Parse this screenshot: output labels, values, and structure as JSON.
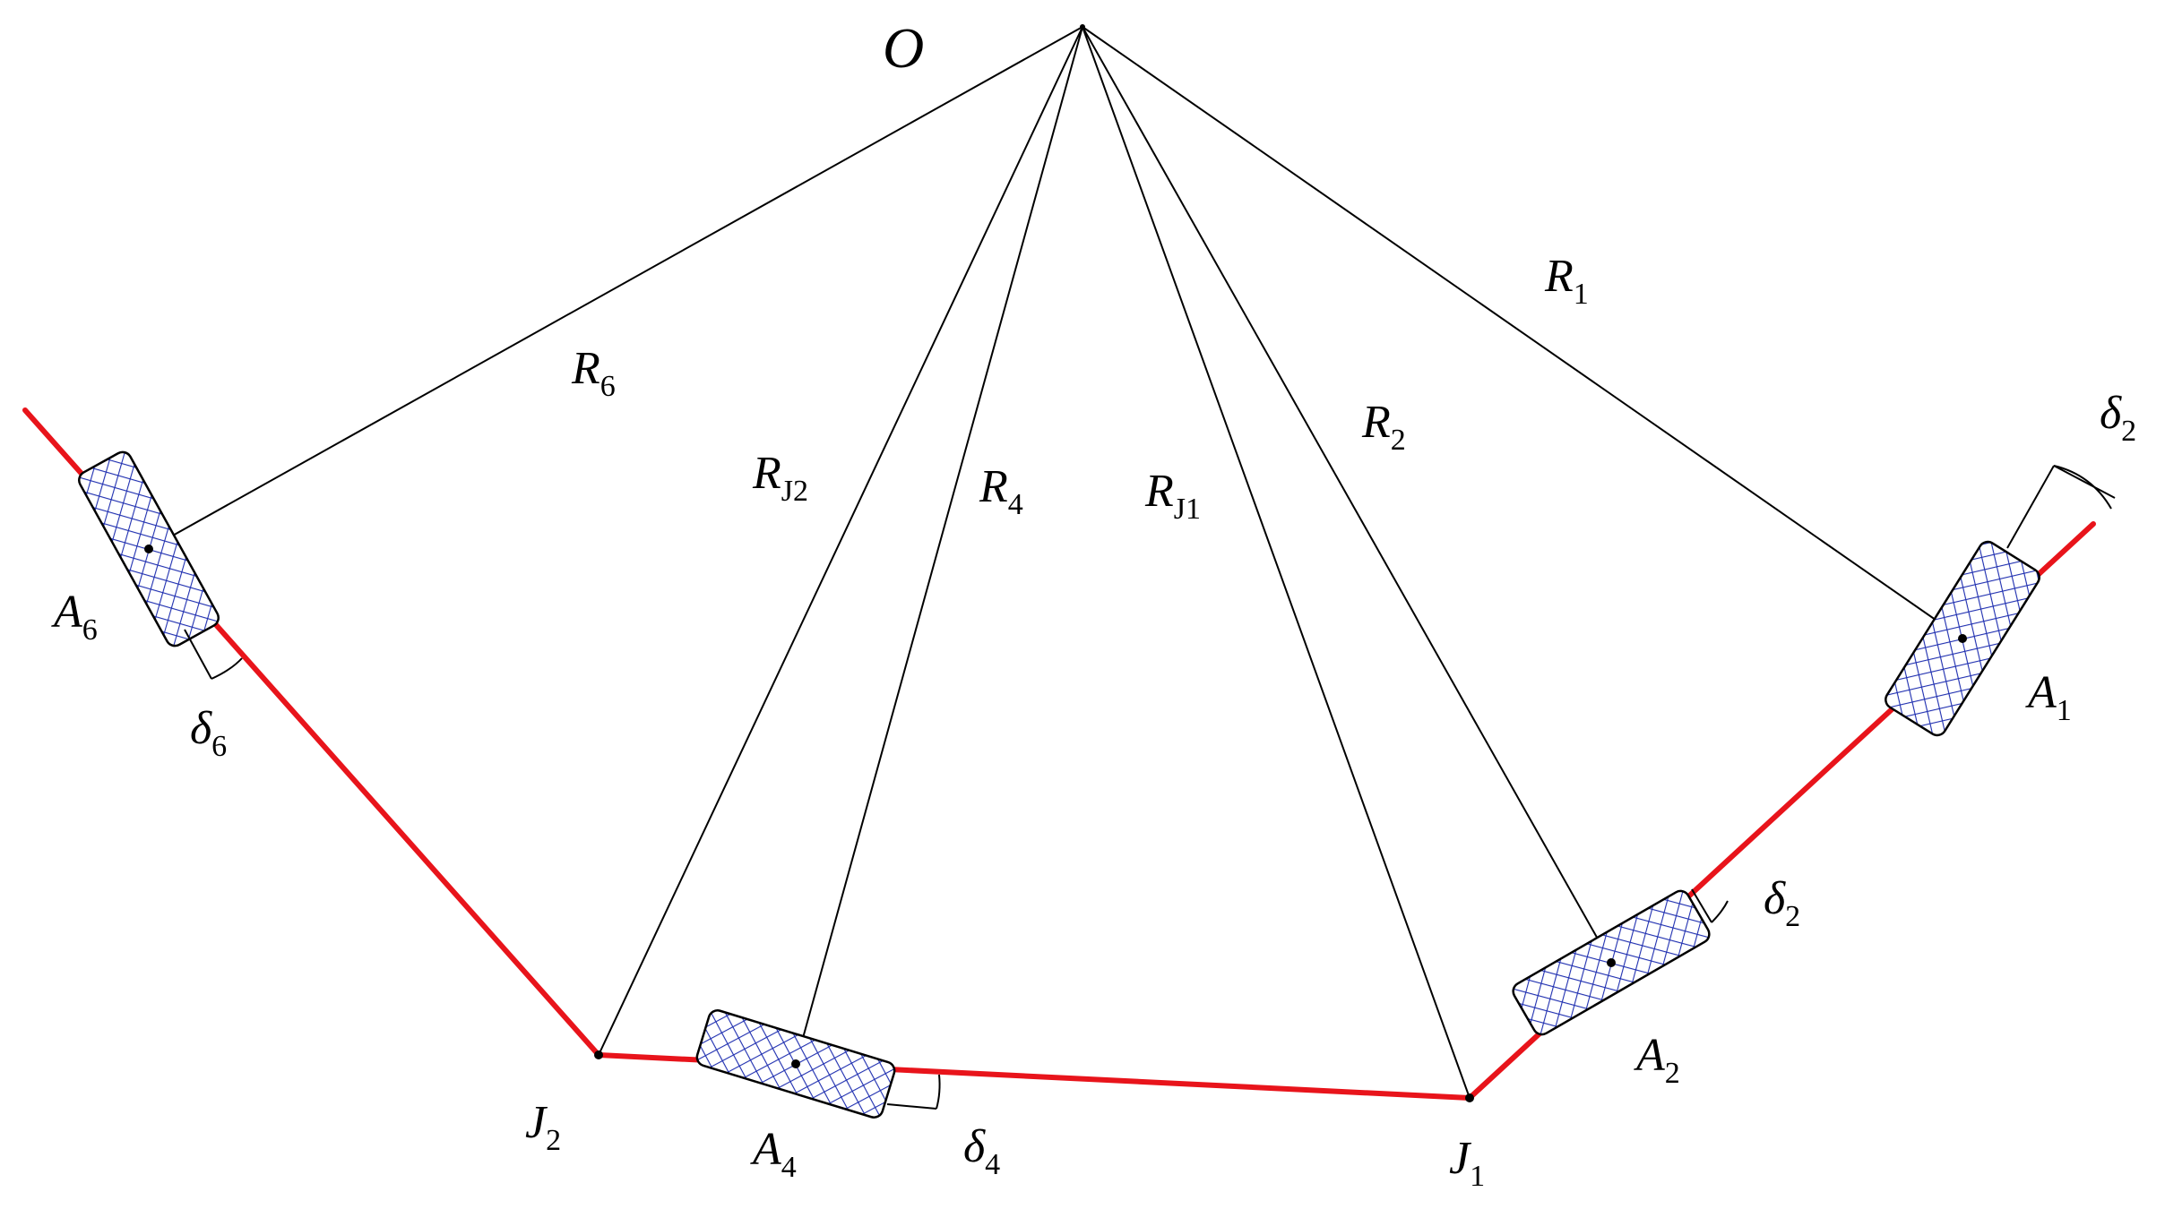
{
  "colors": {
    "path": "#e8141b",
    "hatch": "#1f2fb0",
    "line": "#000000"
  },
  "labels": {
    "origin": "O",
    "R1": {
      "main": "R",
      "sub": "1"
    },
    "R2": {
      "main": "R",
      "sub": "2"
    },
    "R4": {
      "main": "R",
      "sub": "4"
    },
    "R6": {
      "main": "R",
      "sub": "6"
    },
    "RJ1": {
      "main": "R",
      "sub": "J1"
    },
    "RJ2": {
      "main": "R",
      "sub": "J2"
    },
    "A1": {
      "main": "A",
      "sub": "1"
    },
    "A2": {
      "main": "A",
      "sub": "2"
    },
    "A4": {
      "main": "A",
      "sub": "4"
    },
    "A6": {
      "main": "A",
      "sub": "6"
    },
    "J1": {
      "main": "J",
      "sub": "1"
    },
    "J2": {
      "main": "J",
      "sub": "2"
    },
    "delta_top_right": {
      "main": "δ",
      "sub": "2"
    },
    "delta_A2": {
      "main": "δ",
      "sub": "2"
    },
    "delta_A4": {
      "main": "δ",
      "sub": "4"
    },
    "delta_A6": {
      "main": "δ",
      "sub": "6"
    }
  }
}
